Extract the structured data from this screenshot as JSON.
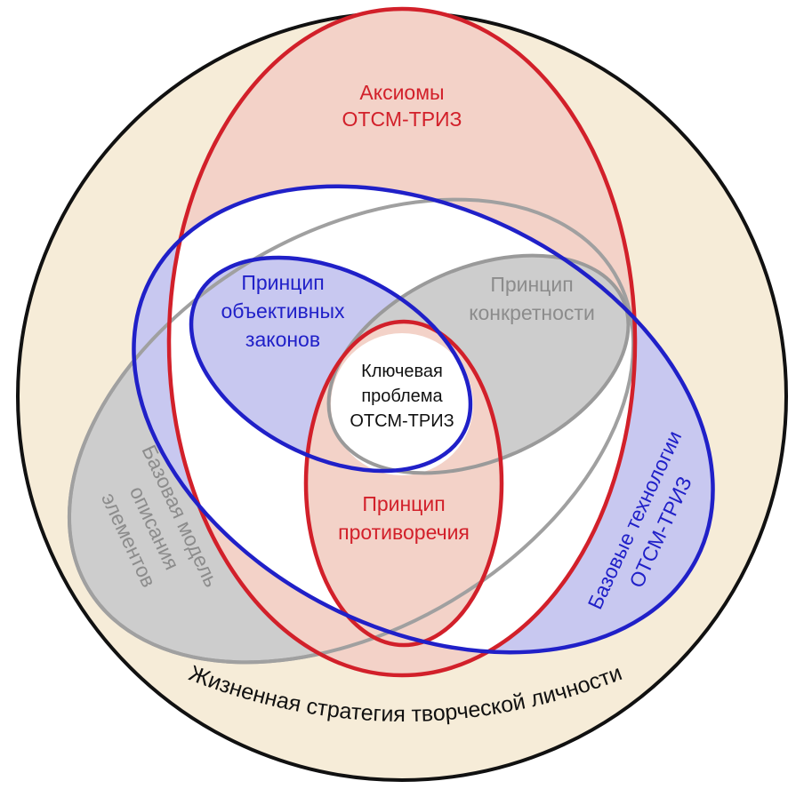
{
  "axioms": [
    "Аксиомы",
    "ОТСМ-ТРИЗ"
  ],
  "objective_laws": [
    "Принцип",
    "объективных",
    "законов"
  ],
  "concreteness": [
    "Принцип",
    "конкретности"
  ],
  "key_problem": [
    "Ключевая",
    "проблема",
    "ОТСМ-ТРИЗ"
  ],
  "contradiction": [
    "Принцип",
    "противоречия"
  ],
  "base_model": [
    "Базовая модель",
    "описания",
    "элементов"
  ],
  "base_tech": [
    "Базовые технологии",
    "ОТСМ-ТРИЗ"
  ],
  "life_strategy": "Жизненная стратегия творческой личности",
  "colors": {
    "red": "#d2202a",
    "blue": "#2020c8",
    "gray": "#9a9a9a",
    "outer_fill": "#f6ecd8",
    "pink_fill": "#f3d2c8",
    "gray_fill": "#cdcdcd",
    "blue_fill": "#c8c8f0"
  }
}
